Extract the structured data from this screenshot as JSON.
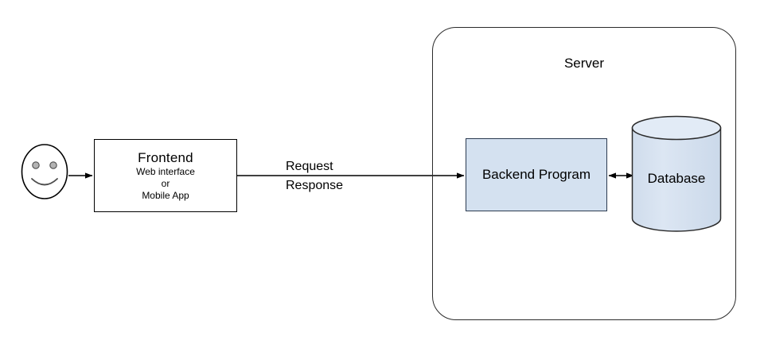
{
  "diagram": {
    "type": "architecture-flow-diagram",
    "background": "#ffffff",
    "stroke_color": "#000000",
    "accent_fill": "#d4e1f0",
    "accent_stroke": "#2b3a50",
    "actor": {
      "icon": "smiley-face-user-icon",
      "label": ""
    },
    "nodes": {
      "frontend": {
        "title": "Frontend",
        "line2": "Web interface",
        "line3": "or",
        "line4": "Mobile App"
      },
      "server": {
        "title": "Server"
      },
      "backend": {
        "title": "Backend Program"
      },
      "database": {
        "title": "Database"
      }
    },
    "edges": {
      "user_to_frontend": {
        "label": "",
        "direction": "one-way"
      },
      "frontend_to_backend": {
        "label_top": "Request",
        "label_bottom": "Response",
        "direction": "one-way"
      },
      "backend_to_database": {
        "label": "",
        "direction": "two-way"
      }
    }
  }
}
